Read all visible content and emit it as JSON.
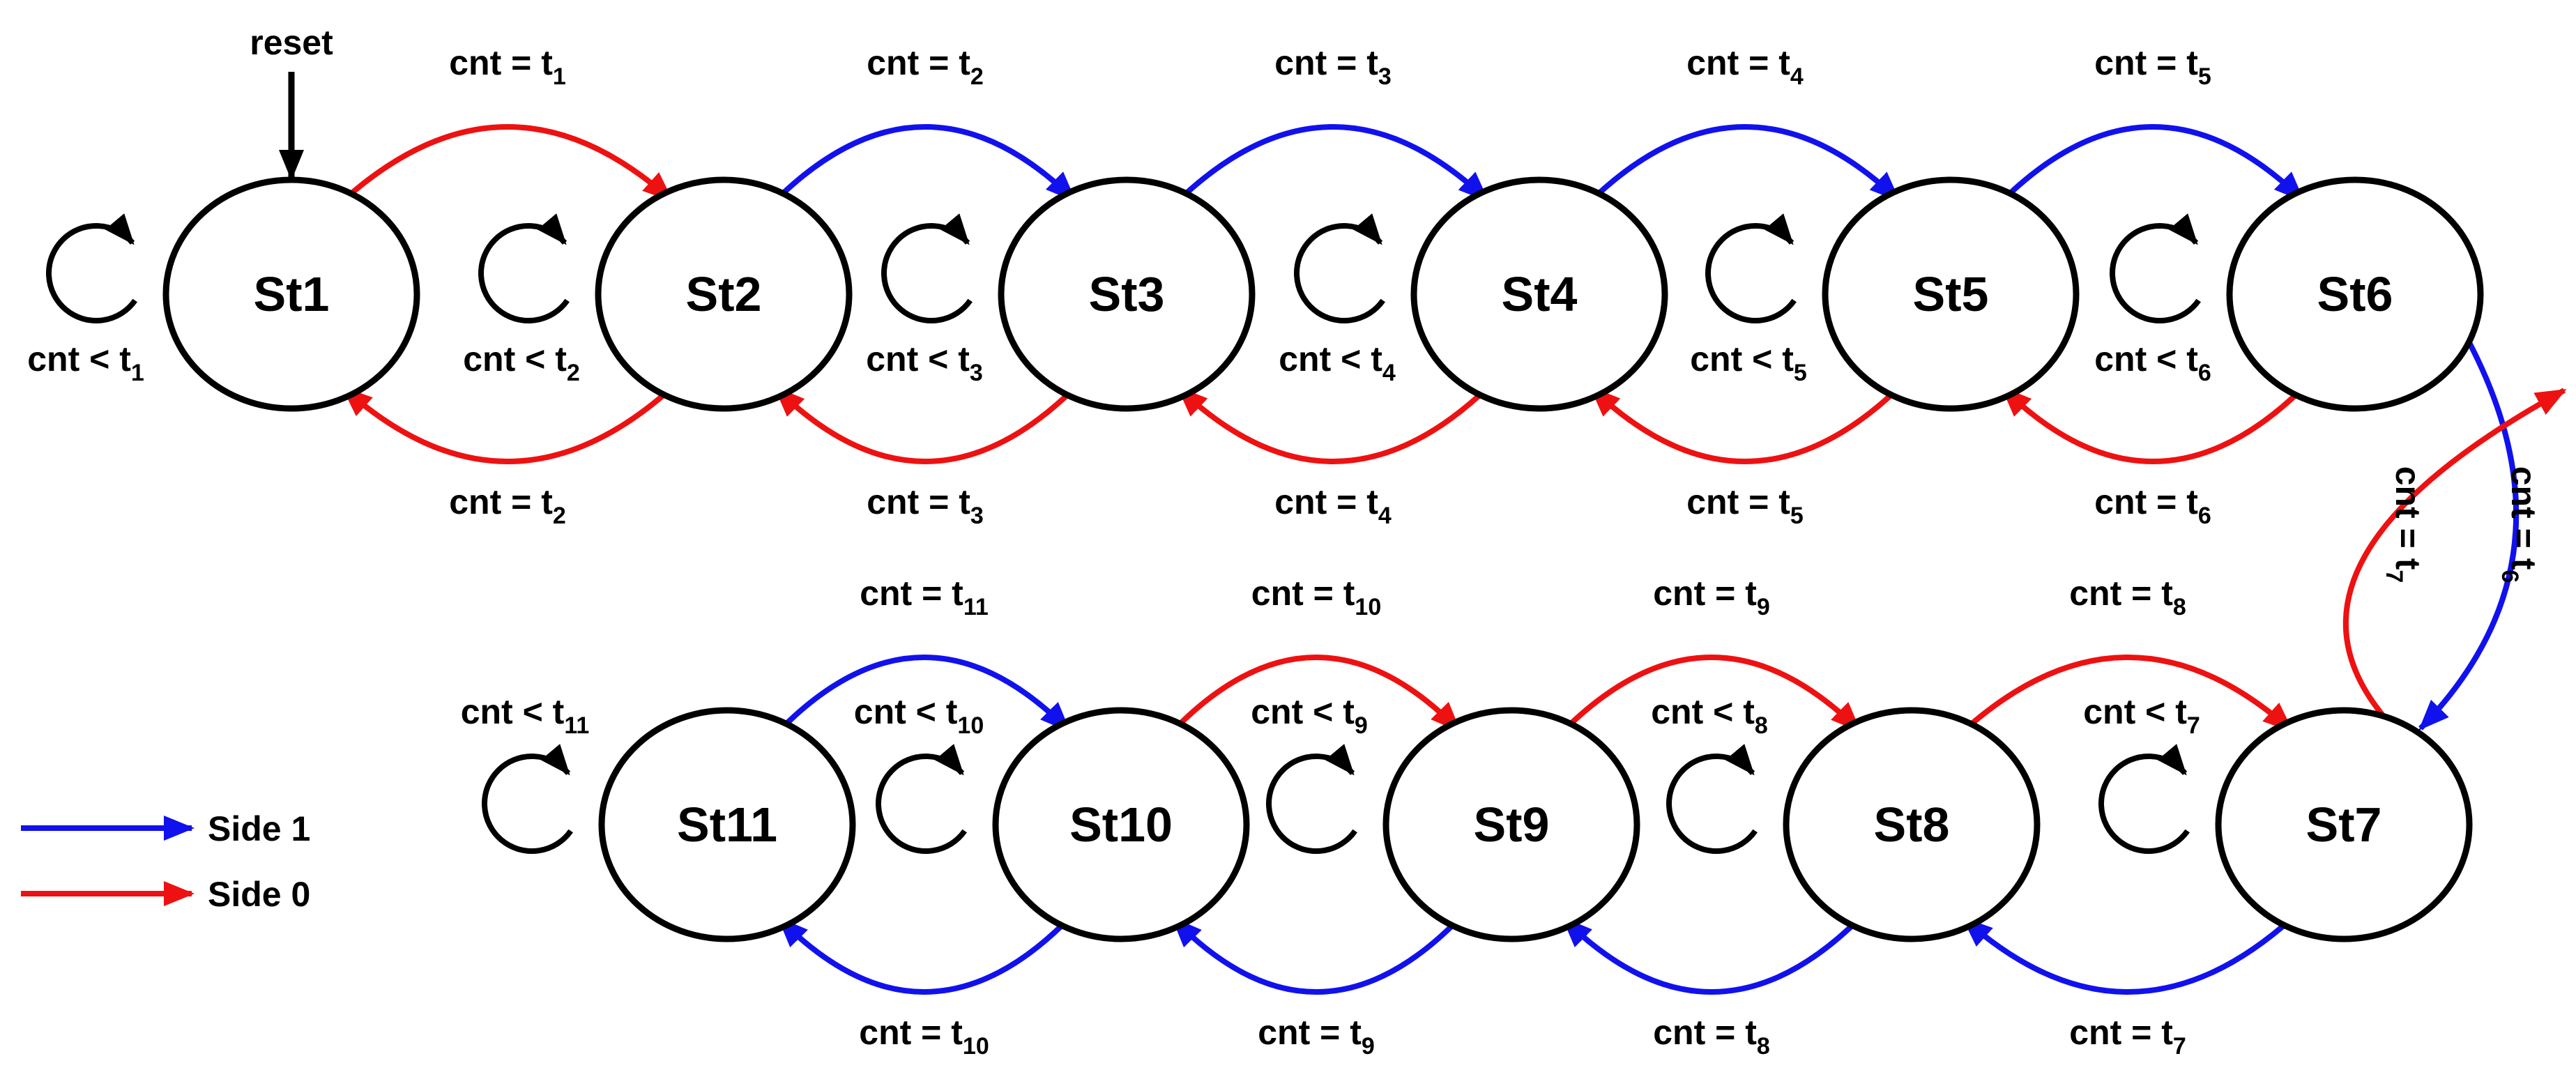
{
  "colors": {
    "side1": "#1111ee",
    "side0": "#ee1111",
    "node": "#000000"
  },
  "reset_label": "reset",
  "states": [
    "St1",
    "St2",
    "St3",
    "St4",
    "St5",
    "St6",
    "St7",
    "St8",
    "St9",
    "St10",
    "St11"
  ],
  "self_loops": [
    {
      "state": "St1",
      "label": "cnt < t",
      "sub": "1"
    },
    {
      "state": "St2",
      "label": "cnt < t",
      "sub": "2"
    },
    {
      "state": "St3",
      "label": "cnt < t",
      "sub": "3"
    },
    {
      "state": "St4",
      "label": "cnt < t",
      "sub": "4"
    },
    {
      "state": "St5",
      "label": "cnt < t",
      "sub": "5"
    },
    {
      "state": "St6",
      "label": "cnt < t",
      "sub": "6"
    },
    {
      "state": "St7",
      "label": "cnt < t",
      "sub": "7"
    },
    {
      "state": "St8",
      "label": "cnt < t",
      "sub": "8"
    },
    {
      "state": "St9",
      "label": "cnt < t",
      "sub": "9"
    },
    {
      "state": "St10",
      "label": "cnt < t",
      "sub": "10"
    },
    {
      "state": "St11",
      "label": "cnt < t",
      "sub": "11"
    }
  ],
  "transitions": [
    {
      "from": "St1",
      "to": "St2",
      "side": "0",
      "label": "cnt =  t",
      "sub": "1"
    },
    {
      "from": "St2",
      "to": "St3",
      "side": "1",
      "label": "cnt =  t",
      "sub": "2"
    },
    {
      "from": "St3",
      "to": "St4",
      "side": "1",
      "label": "cnt =  t",
      "sub": "3"
    },
    {
      "from": "St4",
      "to": "St5",
      "side": "1",
      "label": "cnt =  t",
      "sub": "4"
    },
    {
      "from": "St5",
      "to": "St6",
      "side": "1",
      "label": "cnt =  t",
      "sub": "5"
    },
    {
      "from": "St2",
      "to": "St1",
      "side": "0",
      "label": "cnt =  t",
      "sub": "2"
    },
    {
      "from": "St3",
      "to": "St2",
      "side": "0",
      "label": "cnt =  t",
      "sub": "3"
    },
    {
      "from": "St4",
      "to": "St3",
      "side": "0",
      "label": "cnt =  t",
      "sub": "4"
    },
    {
      "from": "St5",
      "to": "St4",
      "side": "0",
      "label": "cnt =  t",
      "sub": "5"
    },
    {
      "from": "St6",
      "to": "St5",
      "side": "0",
      "label": "cnt =  t",
      "sub": "6"
    },
    {
      "from": "St6",
      "to": "St7",
      "side": "1",
      "label": "cnt = t",
      "sub": "6"
    },
    {
      "from": "St7",
      "to": "St6",
      "side": "0",
      "label": "cnt = t",
      "sub": "7"
    },
    {
      "from": "St8",
      "to": "St7",
      "side": "0",
      "label": "cnt = t",
      "sub": "8"
    },
    {
      "from": "St9",
      "to": "St8",
      "side": "0",
      "label": "cnt = t",
      "sub": "9"
    },
    {
      "from": "St10",
      "to": "St9",
      "side": "0",
      "label": "cnt = t",
      "sub": "10"
    },
    {
      "from": "St11",
      "to": "St10",
      "side": "1",
      "label": "cnt = t",
      "sub": "11"
    },
    {
      "from": "St7",
      "to": "St8",
      "side": "1",
      "label": "cnt = t",
      "sub": "7"
    },
    {
      "from": "St8",
      "to": "St9",
      "side": "1",
      "label": "cnt = t",
      "sub": "8"
    },
    {
      "from": "St9",
      "to": "St10",
      "side": "1",
      "label": "cnt = t",
      "sub": "9"
    },
    {
      "from": "St10",
      "to": "St11",
      "side": "1",
      "label": "cnt = t",
      "sub": "10"
    }
  ],
  "legend": [
    {
      "side": "1",
      "label": "Side 1"
    },
    {
      "side": "0",
      "label": "Side 0"
    }
  ]
}
